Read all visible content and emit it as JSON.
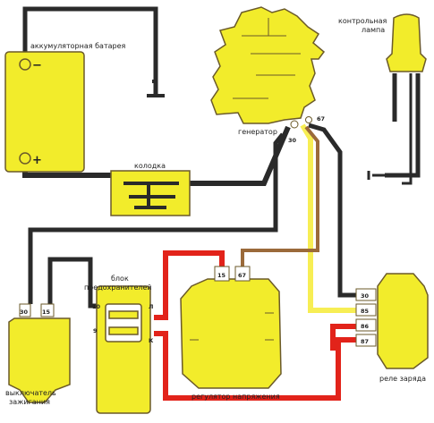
{
  "colors": {
    "component": "#f2ec2b",
    "outline": "#6b5a2a",
    "wire_black": "#2a2a2a",
    "wire_red": "#e2231a",
    "wire_yellow": "#f7ee54",
    "wire_brown": "#9b6a3a",
    "pin_bg": "#ffffff"
  },
  "labels": {
    "battery": "аккумуляторная батарея",
    "generator": "генератор",
    "control_lamp_line1": "контрольная",
    "control_lamp_line2": "лампа",
    "connector_block": "колодка",
    "fuse_block_line1": "блок",
    "fuse_block_line2": "предохранителей",
    "ignition_line1": "выключатель",
    "ignition_line2": "зажигания",
    "voltage_regulator": "регулятор напряжения",
    "charge_relay": "реле заряда"
  },
  "battery_terminals": {
    "negative": "−",
    "positive": "+"
  },
  "generator_pins": {
    "p30": "30",
    "p67": "67"
  },
  "regulator_pins": {
    "p15": "15",
    "p67": "67"
  },
  "relay_pins": [
    "30",
    "85",
    "86",
    "87"
  ],
  "ignition_pins": {
    "p30": "30",
    "p15": "15"
  },
  "fuse_terminals": {
    "left_top": "10",
    "left_bottom": "9",
    "right_top": "Л",
    "right_bottom": "К"
  }
}
